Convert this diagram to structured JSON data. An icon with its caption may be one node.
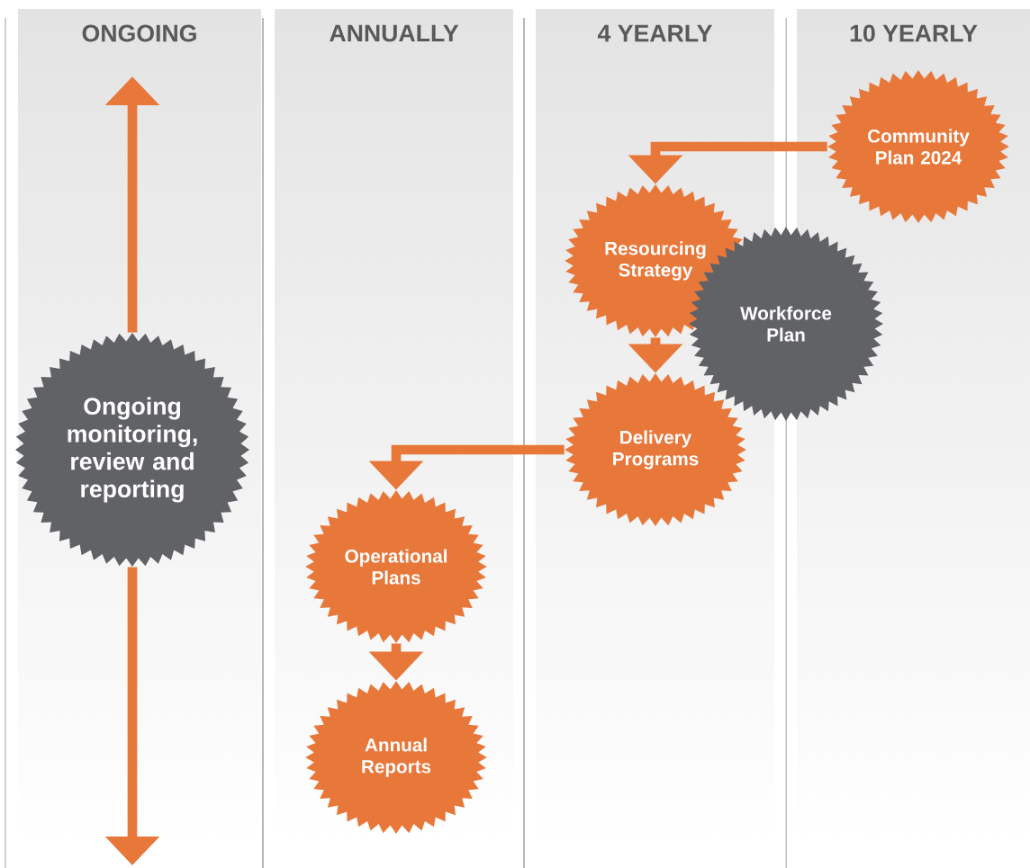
{
  "diagram": {
    "nodes": [
      {
        "text": [
          "Community Plan 2024"
        ]
      },
      {
        "text": [
          "Resourcing Strategy"
        ]
      },
      {
        "text": [
          "Workforce Plan"
        ]
      },
      {
        "text": [
          "Delivery Programs"
        ]
      },
      {
        "text": [
          "Operational Plans"
        ]
      },
      {
        "text": [
          "Annual Reports"
        ]
      },
      {
        "text": [
          "Ongoing monitoring, review and reporting"
        ]
      }
    ],
    "edges": [
      {
        "from": 0,
        "to": 1,
        "arrow": "to"
      },
      {
        "from": 1,
        "to": 3,
        "arrow": "to"
      },
      {
        "from": 3,
        "to": 4,
        "arrow": "to"
      },
      {
        "from": 4,
        "to": 5,
        "arrow": "to"
      },
      {
        "from": 6,
        "to": null,
        "arrow": "to"
      },
      {
        "from": 6,
        "to": null,
        "arrow": "to"
      }
    ],
    "labels": [
      "ONGOING",
      "ANNUALLY",
      "4 YEARLY",
      "10 YEARLY"
    ]
  }
}
